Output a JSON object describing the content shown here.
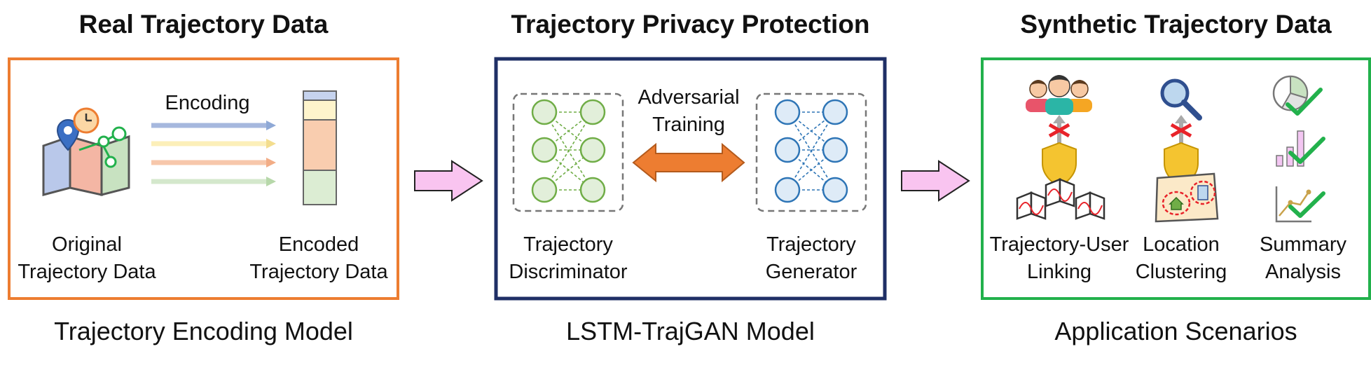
{
  "colors": {
    "panel1_border": "#ED7D31",
    "panel2_border": "#1F2F66",
    "panel3_border": "#22B14C",
    "flow_arrow_fill": "#F9C4F0",
    "adversarial_arrow": "#ED7D31",
    "discriminator_nodes": "#70AD47",
    "generator_nodes": "#2E75B6",
    "check_mark": "#22B14C",
    "block_mark": "#E8232A"
  },
  "panel1": {
    "heading": "Real Trajectory Data",
    "caption": "Trajectory Encoding Model",
    "arrow_label": "Encoding",
    "left_label": [
      "Original",
      "Trajectory Data"
    ],
    "right_label": [
      "Encoded",
      "Trajectory Data"
    ],
    "icons": [
      "map-with-pin-and-clock-icon",
      "encoded-vector-icon"
    ]
  },
  "panel2": {
    "heading": "Trajectory Privacy Protection",
    "caption": "LSTM-TrajGAN Model",
    "center_label": [
      "Adversarial",
      "Training"
    ],
    "left_label": [
      "Trajectory",
      "Discriminator"
    ],
    "right_label": [
      "Trajectory",
      "Generator"
    ]
  },
  "panel3": {
    "heading": "Synthetic Trajectory Data",
    "caption": "Application Scenarios",
    "columns": [
      {
        "label": [
          "Trajectory-User",
          "Linking"
        ],
        "icon": "users-icon"
      },
      {
        "label": [
          "Location",
          "Clustering"
        ],
        "icon": "magnifier-icon"
      },
      {
        "label": [
          "Summary",
          "Analysis"
        ],
        "icon": "pie-chart-check-icon"
      }
    ]
  }
}
